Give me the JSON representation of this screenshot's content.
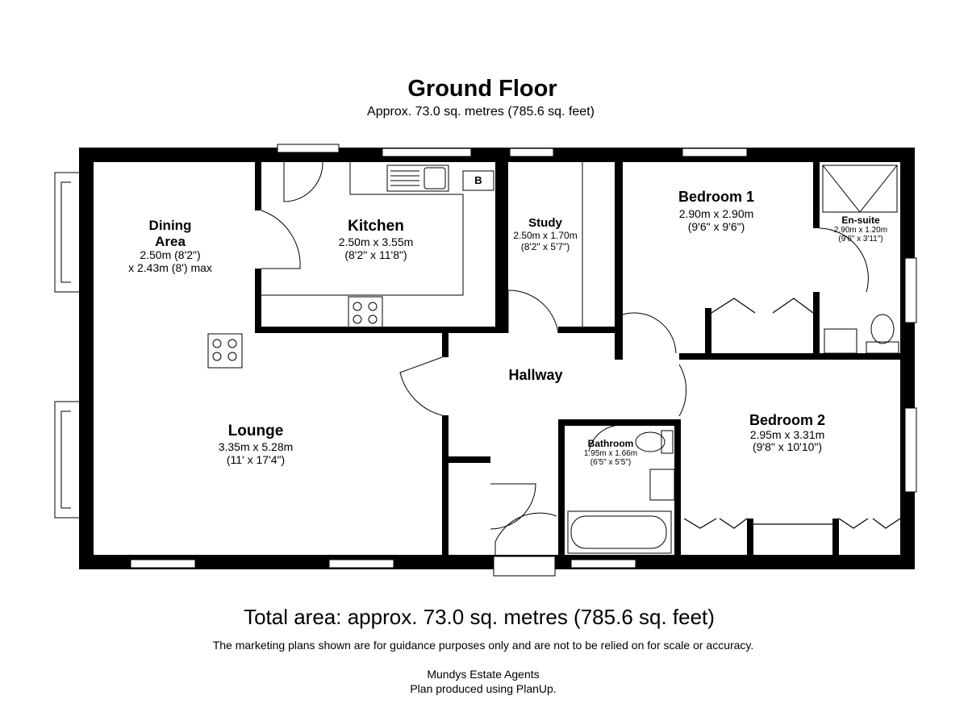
{
  "header": {
    "title": "Ground Floor",
    "subtitle": "Approx. 73.0 sq. metres (785.6 sq. feet)"
  },
  "rooms": {
    "dining": {
      "name_line1": "Dining",
      "name_line2": "Area",
      "dim1": "2.50m (8'2\")",
      "dim2": "x 2.43m (8') max"
    },
    "kitchen": {
      "name": "Kitchen",
      "metric": "2.50m x 3.55m",
      "imperial": "(8'2\" x 11'8\")"
    },
    "study": {
      "name": "Study",
      "metric": "2.50m x 1.70m",
      "imperial": "(8'2\" x 5'7\")"
    },
    "bedroom1": {
      "name": "Bedroom 1",
      "metric": "2.90m x 2.90m",
      "imperial": "(9'6\" x 9'6\")"
    },
    "ensuite": {
      "name": "En-suite",
      "metric": "2.90m x 1.20m",
      "imperial": "(9'6\" x 3'11\")"
    },
    "hallway": {
      "name": "Hallway"
    },
    "lounge": {
      "name": "Lounge",
      "metric": "3.35m x 5.28m",
      "imperial": "(11' x 17'4\")"
    },
    "bathroom": {
      "name": "Bathroom",
      "metric": "1.95m x 1.66m",
      "imperial": "(6'5\" x 5'5\")"
    },
    "bedroom2": {
      "name": "Bedroom 2",
      "metric": "2.95m x 3.31m",
      "imperial": "(9'8\" x 10'10\")"
    }
  },
  "fixtures": {
    "boiler_label": "B"
  },
  "footer": {
    "total_area": "Total area: approx. 73.0 sq. metres (785.6 sq. feet)",
    "disclaimer": "The marketing plans shown are for guidance purposes only and are not to be relied on for scale or accuracy.",
    "agent": "Mundys Estate Agents",
    "produced_by": "Plan produced using PlanUp."
  }
}
